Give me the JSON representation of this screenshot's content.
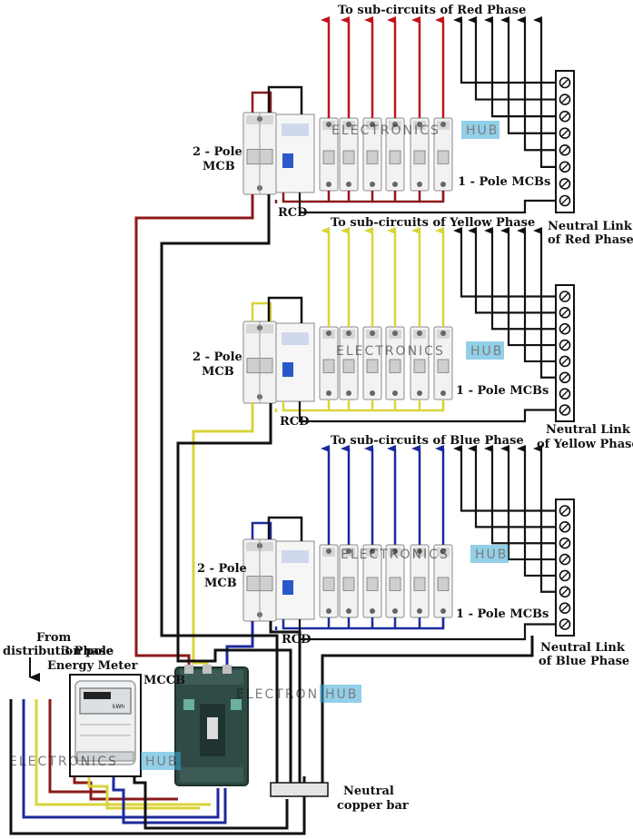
{
  "labels": {
    "red_title": "To sub-circuits of Red Phase",
    "yellow_title": "To sub-circuits of Yellow Phase",
    "blue_title": "To sub-circuits of Blue Phase",
    "two_pole_1": "2 - Pole",
    "two_pole_2": "MCB",
    "rcd": "RCD",
    "one_pole": "1 - Pole MCBs",
    "nl_red_1": "Neutral Link",
    "nl_red_2": "of Red Phase",
    "nl_yellow_1": "Neutral Link",
    "nl_yellow_2": "of Yellow Phase",
    "nl_blue_1": "Neutral Link",
    "nl_blue_2": "of Blue Phase",
    "from_1": "From",
    "from_2": "distribution pole",
    "meter_1": "3 Phase",
    "meter_2": "Energy Meter",
    "mccb": "MCCB",
    "neutral_bar_1": "Neutral",
    "neutral_bar_2": "copper bar",
    "watermark_1": "ELECTRONICS",
    "watermark_2": "HUB"
  },
  "colors": {
    "red": "#8b1a1a",
    "red_arrow": "#c0141c",
    "yellow": "#d9d43a",
    "blue": "#1c2a9c",
    "neutral": "#111111",
    "mccb_body": "#2f4b45",
    "hub_badge": "#3aa9d8"
  }
}
